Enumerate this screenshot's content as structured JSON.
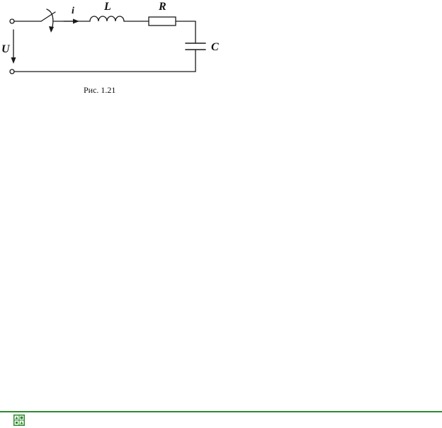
{
  "figure": {
    "labels": {
      "current": "i",
      "inductor": "L",
      "resistor": "R",
      "capacitor": "C",
      "voltage": "U"
    },
    "caption": "Рис. 1.21"
  },
  "colors": {
    "wire": "#1a1a1a",
    "footer_rule": "#2e8b2e",
    "logo": "#2e8b2e"
  },
  "icons": {
    "footer_logo": "publisher-logo-icon"
  }
}
